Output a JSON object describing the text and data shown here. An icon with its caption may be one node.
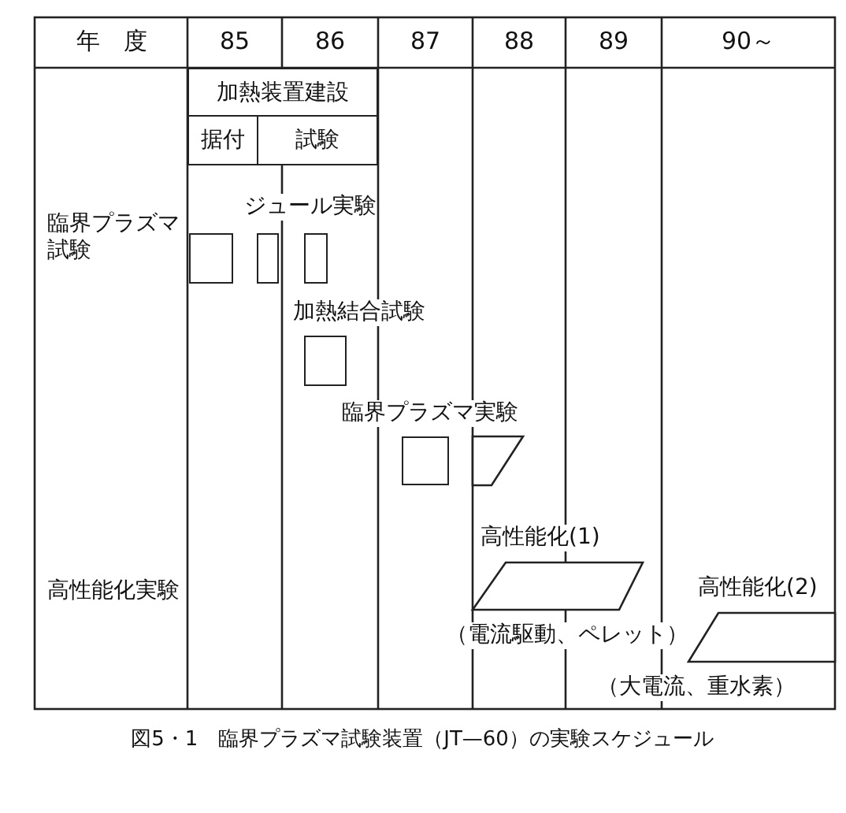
{
  "diagram": {
    "caption": "図5・1　臨界プラズマ試験装置（JT—60）の実験スケジュール",
    "nodes": [
      {
        "text": [
          "加熱装置建設"
        ]
      },
      {
        "text": [
          "据付"
        ]
      },
      {
        "text": [
          "試験"
        ]
      },
      {
        "text": [],
        "shape": "bar"
      },
      {
        "text": [],
        "shape": "bar"
      },
      {
        "text": [],
        "shape": "bar"
      },
      {
        "text": [],
        "shape": "bar"
      },
      {
        "text": [],
        "shape": "bar"
      },
      {
        "text": [],
        "shape": "parallelogram"
      },
      {
        "text": [],
        "shape": "parallelogram"
      },
      {
        "text": [],
        "shape": "parallelogram"
      }
    ],
    "labels": [
      "年　度",
      "85",
      "86",
      "87",
      "88",
      "89",
      "90～",
      "ジュール実験",
      "臨界プラズマ試験",
      "加熱結合試験",
      "臨界プラズマ実験",
      "高性能化(1)",
      "高性能化実験",
      "高性能化(2)",
      "（電流駆動、ペレット）",
      "（大電流、重水素）"
    ]
  }
}
